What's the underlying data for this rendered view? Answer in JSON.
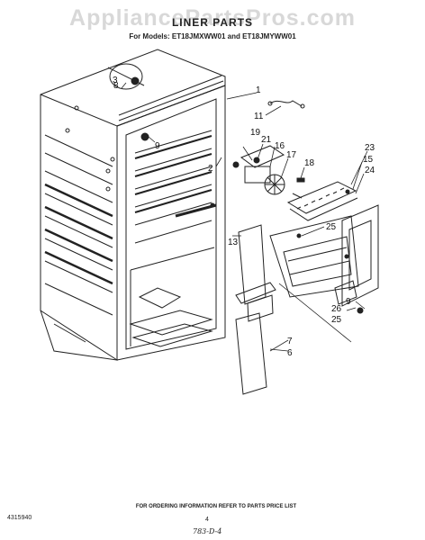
{
  "watermark": "AppliancePartsPros.com",
  "title": "LINER PARTS",
  "subtitle": "For Models: ET18JMXWW01 and ET18JMYWW01",
  "callouts": {
    "c1": "1",
    "c2": "2",
    "c3": "3",
    "c6": "6",
    "c7": "7",
    "c8": "8",
    "c9": "9",
    "c9b": "9",
    "c11": "11",
    "c13": "13",
    "c15": "15",
    "c16": "16",
    "c17": "17",
    "c18": "18",
    "c19": "19",
    "c21": "21",
    "c23": "23",
    "c24": "24",
    "c25": "25",
    "c25b": "25",
    "c26": "26"
  },
  "footer": {
    "note": "FOR ORDERING INFORMATION REFER TO PARTS PRICE LIST",
    "doc_number": "4315940",
    "page_number": "4",
    "handwritten": "783-D-4"
  }
}
